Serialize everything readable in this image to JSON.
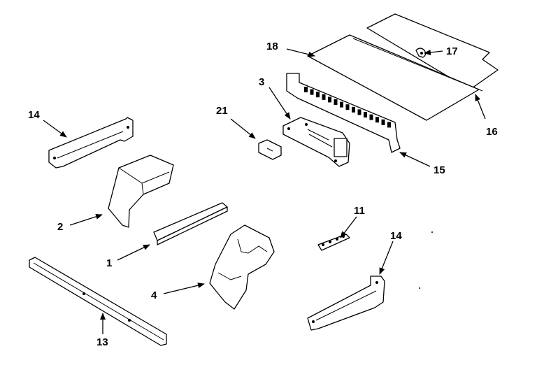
{
  "diagram": {
    "labels": {
      "p1": "1",
      "p2": "2",
      "p3": "3",
      "p4": "4",
      "p11": "11",
      "p13": "13",
      "p14a": "14",
      "p14b": "14",
      "p15": "15",
      "p16": "16",
      "p17": "17",
      "p18": "18",
      "p21": "21"
    },
    "icons": [
      "arrow-icon"
    ]
  }
}
